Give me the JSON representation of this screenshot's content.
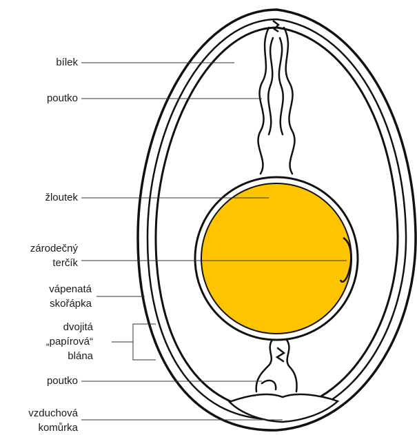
{
  "colors": {
    "yolk": "#ffc400",
    "outline": "#111111",
    "leader": "#333333",
    "background": "#ffffff"
  },
  "labels": {
    "white": "bílek",
    "chalaza_top": "poutko",
    "yolk": "žloutek",
    "germinal_disc": "zárodečný\nterčík",
    "shell": "vápenatá\nskořápka",
    "membrane": "dvojitá\n„papírová“\nblána",
    "chalaza_bottom": "poutko",
    "air_cell": "vzduchová\nkomůrka"
  }
}
